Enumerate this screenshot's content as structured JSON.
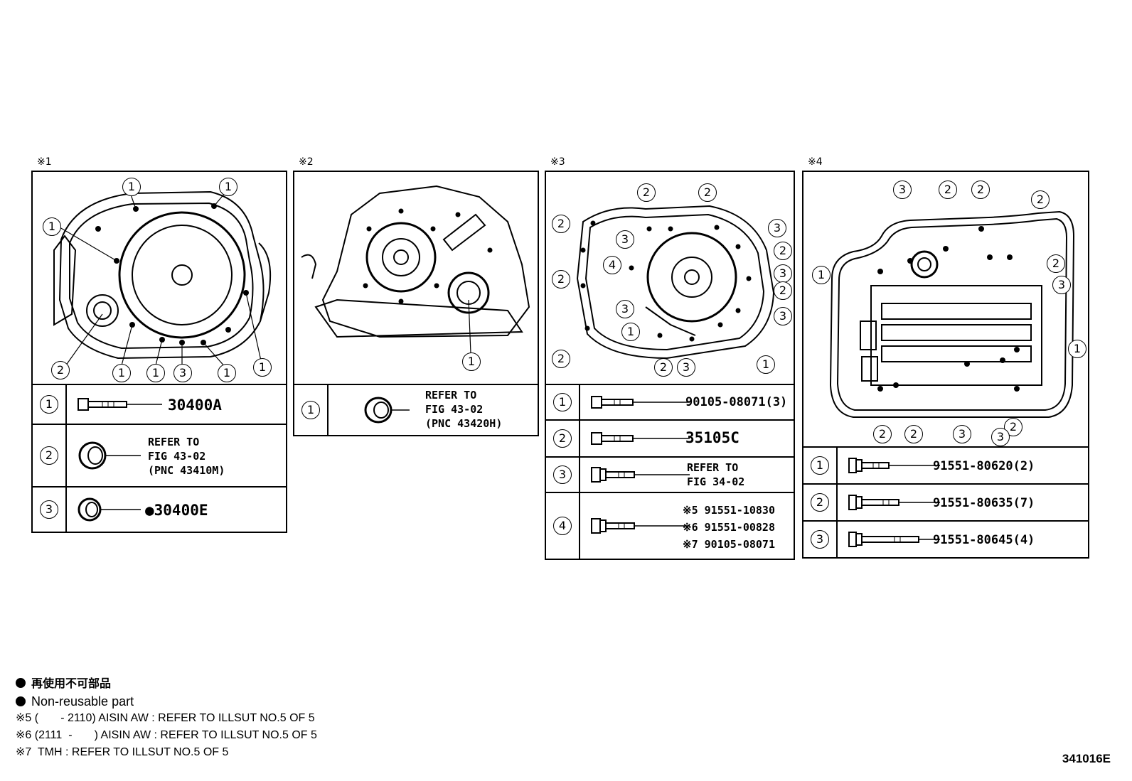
{
  "panels": {
    "p1": {
      "tag": "※1",
      "rows": [
        {
          "num": "1",
          "part": "30400A"
        },
        {
          "num": "2",
          "ref": "REFER TO\nFIG 43-02\n(PNC 43410M)"
        },
        {
          "num": "3",
          "part": "●30400E"
        }
      ]
    },
    "p2": {
      "tag": "※2",
      "rows": [
        {
          "num": "1",
          "ref": "REFER TO\nFIG 43-02\n(PNC 43420H)"
        }
      ]
    },
    "p3": {
      "tag": "※3",
      "rows": [
        {
          "num": "1",
          "part": "90105-08071(3)"
        },
        {
          "num": "2",
          "part": "35105C"
        },
        {
          "num": "3",
          "ref": "REFER TO\nFIG 34-02"
        },
        {
          "num": "4",
          "ref": "※5 91551-10830\n※6 91551-00828\n※7 90105-08071"
        }
      ]
    },
    "p4": {
      "tag": "※4",
      "rows": [
        {
          "num": "1",
          "part": "91551-80620(2)"
        },
        {
          "num": "2",
          "part": "91551-80635(7)"
        },
        {
          "num": "3",
          "part": "91551-80645(4)"
        }
      ]
    }
  },
  "notes": {
    "jp": "再使用不可部品",
    "en": "Non-reusable part",
    "n5": "※5 (       - 2110) AISIN AW : REFER TO ILLSUT NO.5 OF 5",
    "n6": "※6 (2111  -       ) AISIN AW : REFER TO ILLSUT NO.5 OF 5",
    "n7": "※7  TMH : REFER TO ILLSUT NO.5 OF 5"
  },
  "figure_code": "341016E"
}
